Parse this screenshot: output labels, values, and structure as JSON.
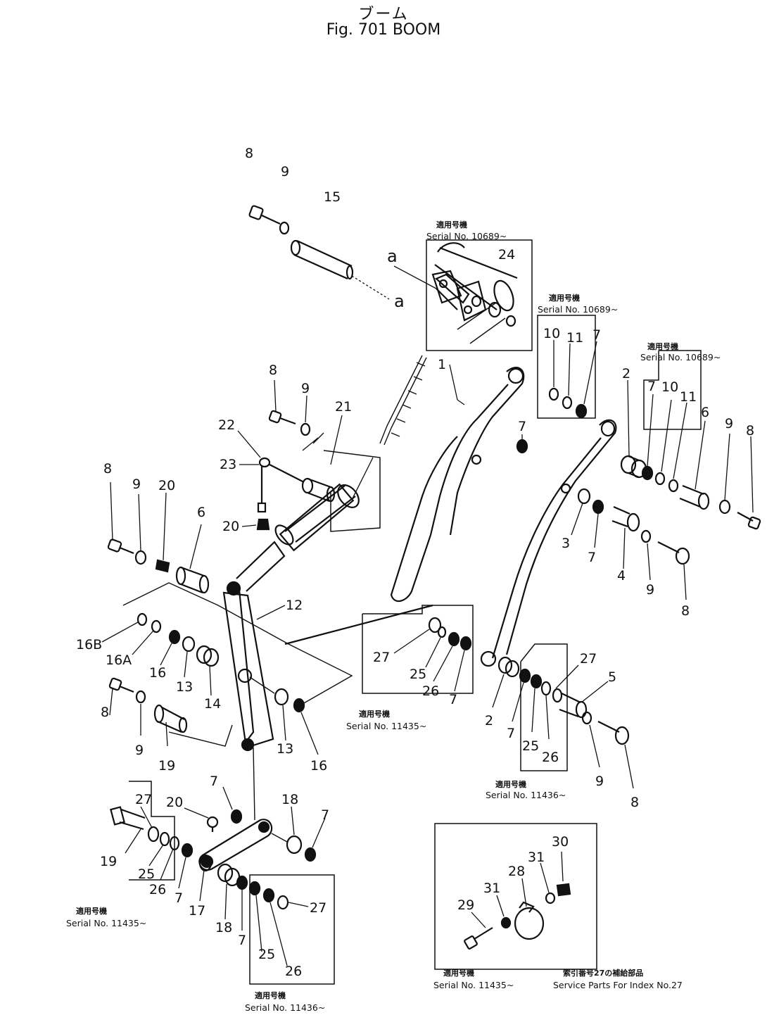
{
  "title": {
    "jp": "ブーム",
    "en": "Fig. 701  BOOM"
  },
  "callouts": [
    {
      "id": "c8a",
      "text": "8"
    },
    {
      "id": "c9a",
      "text": "9"
    },
    {
      "id": "c15",
      "text": "15"
    },
    {
      "id": "ca1",
      "text": "a"
    },
    {
      "id": "c24",
      "text": "24"
    },
    {
      "id": "c1",
      "text": "1"
    },
    {
      "id": "c10a",
      "text": "10"
    },
    {
      "id": "c11a",
      "text": "11"
    },
    {
      "id": "c7a",
      "text": "7"
    },
    {
      "id": "c2a",
      "text": "2"
    },
    {
      "id": "c7b",
      "text": "7"
    },
    {
      "id": "c10b",
      "text": "10"
    },
    {
      "id": "c11b",
      "text": "11"
    },
    {
      "id": "c6a",
      "text": "6"
    },
    {
      "id": "c9b",
      "text": "9"
    },
    {
      "id": "c8b",
      "text": "8"
    },
    {
      "id": "c8c",
      "text": "8"
    },
    {
      "id": "c9c",
      "text": "9"
    },
    {
      "id": "c21",
      "text": "21"
    },
    {
      "id": "c22",
      "text": "22"
    },
    {
      "id": "c23",
      "text": "23"
    },
    {
      "id": "c20a",
      "text": "20"
    },
    {
      "id": "c7c",
      "text": "7"
    },
    {
      "id": "ca2",
      "text": "a"
    },
    {
      "id": "c8d",
      "text": "8"
    },
    {
      "id": "c9d",
      "text": "9"
    },
    {
      "id": "c20b",
      "text": "20"
    },
    {
      "id": "c6b",
      "text": "6"
    },
    {
      "id": "c3",
      "text": "3"
    },
    {
      "id": "c7d",
      "text": "7"
    },
    {
      "id": "c4",
      "text": "4"
    },
    {
      "id": "c9e",
      "text": "9"
    },
    {
      "id": "c8e",
      "text": "8"
    },
    {
      "id": "c12",
      "text": "12"
    },
    {
      "id": "c16B",
      "text": "16B"
    },
    {
      "id": "c16A",
      "text": "16A"
    },
    {
      "id": "c16a",
      "text": "16"
    },
    {
      "id": "c13a",
      "text": "13"
    },
    {
      "id": "c14",
      "text": "14"
    },
    {
      "id": "c27a",
      "text": "27"
    },
    {
      "id": "c25a",
      "text": "25"
    },
    {
      "id": "c26a",
      "text": "26"
    },
    {
      "id": "c7e",
      "text": "7"
    },
    {
      "id": "c27b",
      "text": "27"
    },
    {
      "id": "c5",
      "text": "5"
    },
    {
      "id": "c8f",
      "text": "8"
    },
    {
      "id": "c9f",
      "text": "9"
    },
    {
      "id": "c19a",
      "text": "19"
    },
    {
      "id": "c13b",
      "text": "13"
    },
    {
      "id": "c16b",
      "text": "16"
    },
    {
      "id": "c2b",
      "text": "2"
    },
    {
      "id": "c7f",
      "text": "7"
    },
    {
      "id": "c25b",
      "text": "25"
    },
    {
      "id": "c26b",
      "text": "26"
    },
    {
      "id": "c9g",
      "text": "9"
    },
    {
      "id": "c8g",
      "text": "8"
    },
    {
      "id": "c7g",
      "text": "7"
    },
    {
      "id": "c18a",
      "text": "18"
    },
    {
      "id": "c7h",
      "text": "7"
    },
    {
      "id": "c27c",
      "text": "27"
    },
    {
      "id": "c20c",
      "text": "20"
    },
    {
      "id": "c19b",
      "text": "19"
    },
    {
      "id": "c25c",
      "text": "25"
    },
    {
      "id": "c26c",
      "text": "26"
    },
    {
      "id": "c7i",
      "text": "7"
    },
    {
      "id": "c17",
      "text": "17"
    },
    {
      "id": "c18b",
      "text": "18"
    },
    {
      "id": "c7j",
      "text": "7"
    },
    {
      "id": "c27d",
      "text": "27"
    },
    {
      "id": "c25d",
      "text": "25"
    },
    {
      "id": "c26d",
      "text": "26"
    },
    {
      "id": "c30",
      "text": "30"
    },
    {
      "id": "c31a",
      "text": "31"
    },
    {
      "id": "c28",
      "text": "28"
    },
    {
      "id": "c31b",
      "text": "31"
    },
    {
      "id": "c29",
      "text": "29"
    }
  ],
  "notes": {
    "n1": {
      "jp": "適用号機",
      "en": "Serial No. 10689~"
    },
    "n2": {
      "jp": "適用号機",
      "en": "Serial No. 10689~"
    },
    "n3": {
      "jp": "適用号機",
      "en": "Serial No. 10689~"
    },
    "n4": {
      "jp": "適用号機",
      "en": "Serial No. 11435~"
    },
    "n5": {
      "jp": "適用号機",
      "en": "Serial No. 11436~"
    },
    "n6": {
      "jp": "適用号機",
      "en": "Serial No. 11435~"
    },
    "n7": {
      "jp": "適用号機",
      "en": "Serial No. 11436~"
    },
    "n8": {
      "jp": "適用号機",
      "en": "Serial No. 11435~"
    },
    "n9": {
      "jp": "索引番号27の補給部品",
      "en": "Service Parts For Index No.27"
    }
  }
}
